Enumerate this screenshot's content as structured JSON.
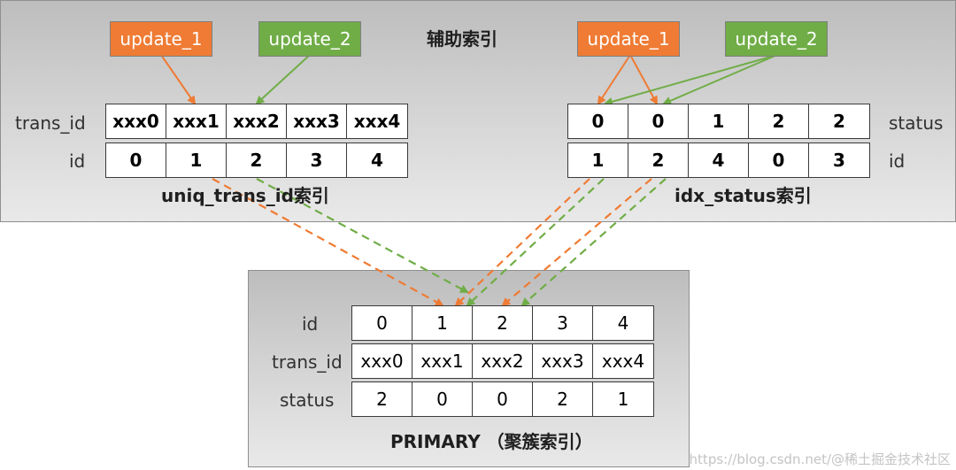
{
  "secondary_title": "辅助索引",
  "primary_title": "PRIMARY （聚簇索引）",
  "colors": {
    "orange": "#ef7b34",
    "green": "#70ad47",
    "panel": "#d2d2d2"
  },
  "left_index": {
    "caption": "uniq_trans_id索引",
    "tags": [
      "update_1",
      "update_2"
    ],
    "row_labels": [
      "trans_id",
      "id"
    ],
    "trans_id": [
      "xxx0",
      "xxx1",
      "xxx2",
      "xxx3",
      "xxx4"
    ],
    "id": [
      "0",
      "1",
      "2",
      "3",
      "4"
    ]
  },
  "right_index": {
    "caption": "idx_status索引",
    "tags": [
      "update_1",
      "update_2"
    ],
    "row_labels": [
      "status",
      "id"
    ],
    "status": [
      "0",
      "0",
      "1",
      "2",
      "2"
    ],
    "id": [
      "1",
      "2",
      "4",
      "0",
      "3"
    ]
  },
  "primary_index": {
    "row_labels": [
      "id",
      "trans_id",
      "status"
    ],
    "id": [
      "0",
      "1",
      "2",
      "3",
      "4"
    ],
    "trans_id": [
      "xxx0",
      "xxx1",
      "xxx2",
      "xxx3",
      "xxx4"
    ],
    "status": [
      "2",
      "0",
      "0",
      "2",
      "1"
    ]
  },
  "watermark": "https://blog.csdn.net/@稀土掘金技术社区"
}
